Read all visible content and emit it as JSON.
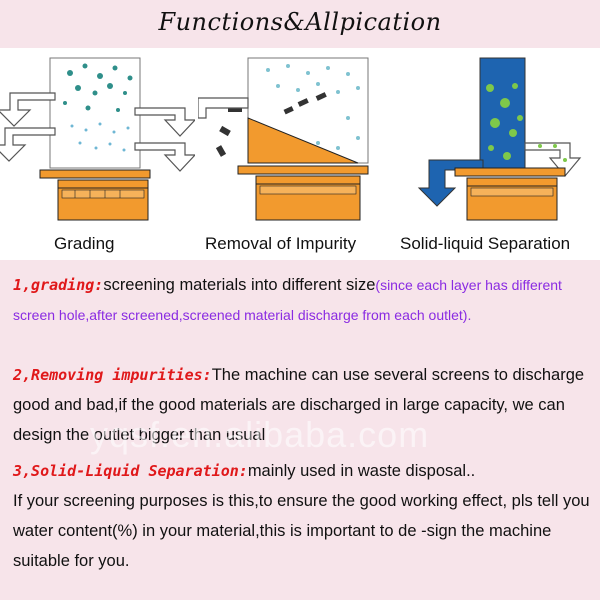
{
  "page": {
    "title": "Functions&Allpication",
    "background": "#f7e4ea",
    "accent_red": "#e0181a",
    "accent_purple": "#8a2be2"
  },
  "diagrams": [
    {
      "caption": "Grading"
    },
    {
      "caption": "Removal of Impurity"
    },
    {
      "caption": "Solid-liquid Separation"
    }
  ],
  "watermark": "yqsf.en.alibaba.com",
  "sections": {
    "grading": {
      "heading": "1,grading:",
      "text": "screening materials into different size",
      "note": "(since each layer has different screen hole,after screened,screened material discharge from each outlet)."
    },
    "impurities": {
      "heading": "2,Removing impurities:",
      "text": "The machine can use several screens to discharge good and bad,if the good materials are discharged in large capacity, we can design the outlet bigger than usual"
    },
    "separation": {
      "heading": "3,Solid-Liquid Separation:",
      "text": "mainly used in waste disposal..",
      "extra": "If your screening purposes is this,to ensure the good working effect, pls tell you water content(%) in your material,this is important to de -sign the machine suitable for you."
    }
  }
}
